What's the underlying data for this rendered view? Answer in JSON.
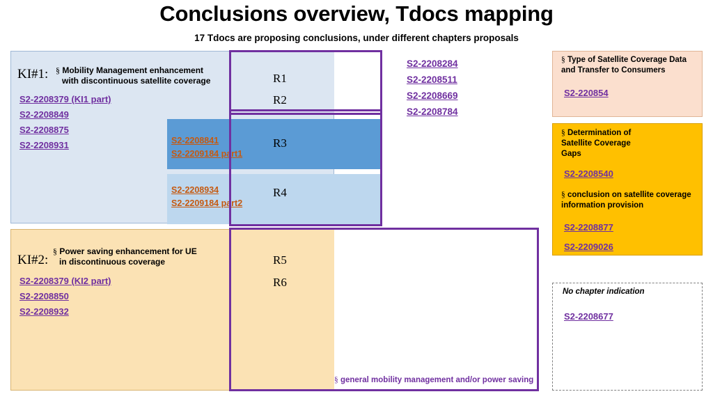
{
  "title": "Conclusions overview, Tdocs mapping",
  "subtitle": "17 Tdocs are proposing conclusions, under different chapters proposals",
  "colors": {
    "purple": "#7030a0",
    "orange_link": "#c55a11",
    "ki1_fill": "#dce6f2",
    "ki2_fill": "#fbe2b4",
    "r3_fill": "#5b9bd5",
    "r4_fill": "#bdd7ee",
    "right_box1_fill": "#fbdfce",
    "right_box2_fill": "#ffc000"
  },
  "ki1": {
    "label": "KI#1:",
    "section_mark": "§",
    "description_line1": "Mobility Management enhancement",
    "description_line2": "with discontinuous satellite coverage",
    "tdocs": [
      "S2-2208379 (KI1 part)",
      "S2-2208849",
      "S2-2208875",
      "S2-2208931"
    ]
  },
  "ki2": {
    "label": "KI#2:",
    "section_mark": "§",
    "description_line1": "Power saving enhancement for UE",
    "description_line2": "in discontinuous coverage",
    "tdocs": [
      "S2-2208379 (KI2 part)",
      "S2-2208850",
      "S2-2208932"
    ]
  },
  "requirements": {
    "r1": "R1",
    "r2": "R2",
    "r3": "R3",
    "r4": "R4",
    "r5": "R5",
    "r6": "R6"
  },
  "r3_tdocs": [
    "S2-2208841",
    "S2-2209184 part1"
  ],
  "r4_tdocs": [
    "S2-2208934",
    "S2-2209184 part2"
  ],
  "center_tdocs": [
    "S2-2208284",
    "S2-2208511",
    "S2-2208669",
    "S2-2208784"
  ],
  "general_note": {
    "section_mark": "§",
    "text": "general mobility management and/or power saving"
  },
  "right_boxes": [
    {
      "section_mark": "§",
      "heading_line1": "Type of Satellite Coverage Data",
      "heading_line2": "and Transfer to Consumers",
      "tdocs": [
        "S2-220854"
      ]
    },
    {
      "section_mark": "§",
      "heading_line1": "Determination of",
      "heading_line2": "Satellite Coverage",
      "heading_line3": "Gaps",
      "tdocs_first": [
        "S2-2208540"
      ],
      "heading2_mark": "§",
      "heading2_line1": "conclusion on satellite coverage",
      "heading2_line2": "information provision",
      "tdocs_second": [
        "S2-2208877",
        "S2-2209026"
      ]
    },
    {
      "heading_italic": "No chapter indication",
      "tdocs": [
        "S2-2208677"
      ]
    }
  ]
}
